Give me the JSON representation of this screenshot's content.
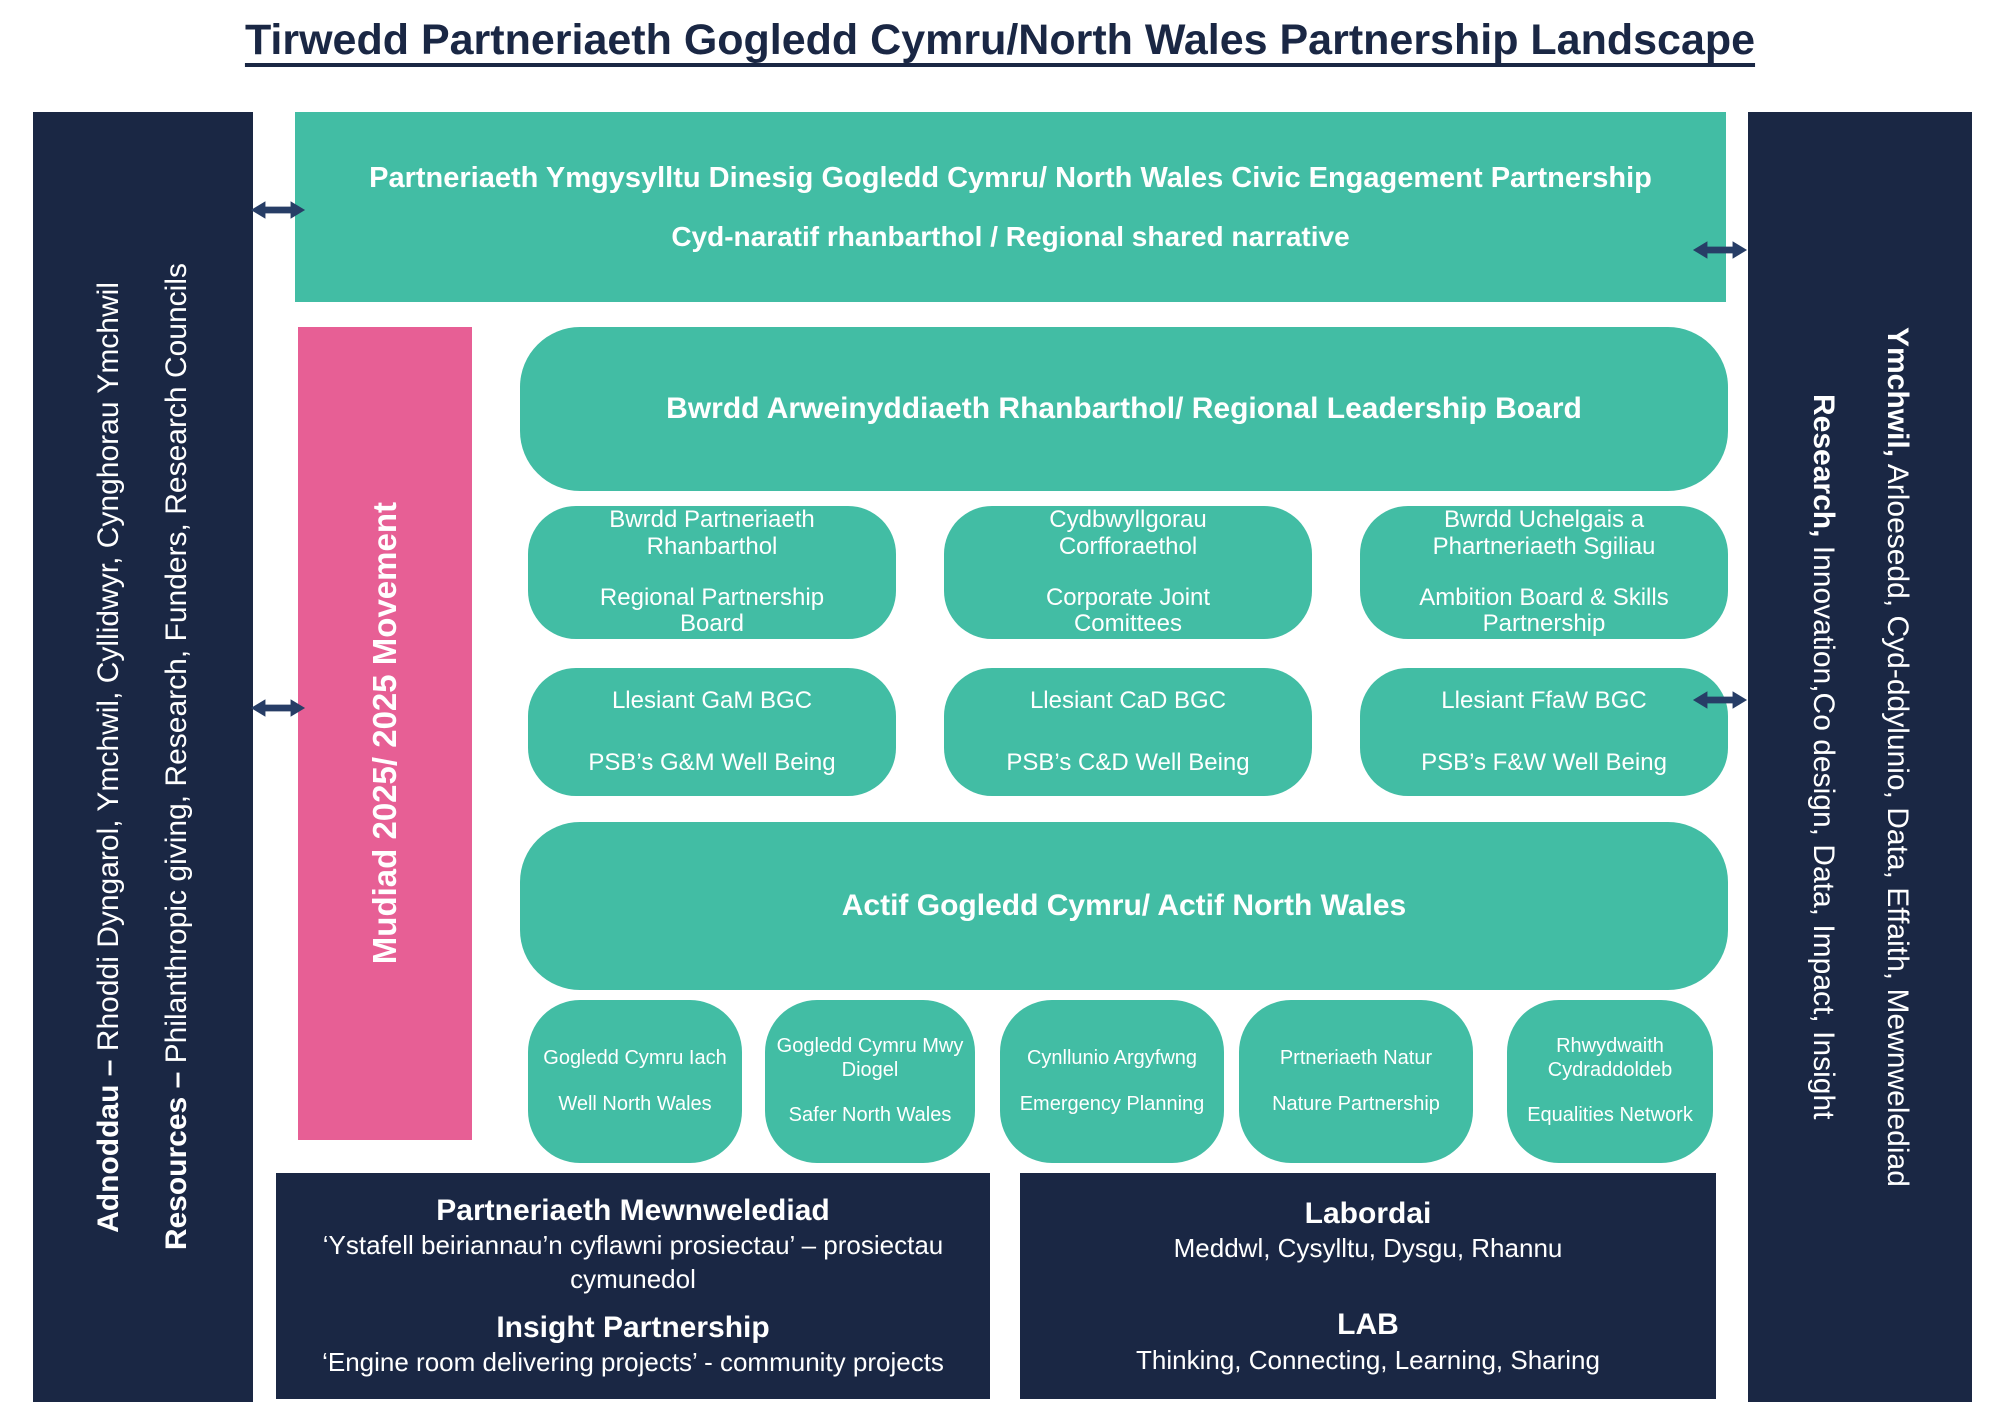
{
  "title": "Tirwedd Partneriaeth Gogledd Cymru/North Wales Partnership Landscape",
  "colors": {
    "teal": "#42BDA4",
    "navy": "#1A2744",
    "pink": "#E75F95",
    "arrow": "#273D66"
  },
  "left_sidebar": {
    "welsh_bold": "Adnoddau – ",
    "welsh_rest": "Rhoddi Dyngarol, Ymchwil, Cyllidwyr, Cynghorau Ymchwil",
    "english_bold": "Resources – ",
    "english_rest": "Philanthropic giving, Research, Funders, Research Councils"
  },
  "right_sidebar": {
    "welsh_bold": "Ymchwil,",
    "welsh_rest": " Arloesedd, Cyd-ddylunio, Data, Effaith, Mewnwelediad",
    "english_bold": "Research,",
    "english_rest": " Innovation,Co design, Data, Impact, Insight"
  },
  "banner": {
    "line1": "Partneriaeth Ymgysylltu Dinesig Gogledd Cymru/ North Wales Civic Engagement Partnership",
    "line2": "Cyd-naratif rhanbarthol / Regional shared narrative"
  },
  "movement_bar": {
    "label": "Mudiad 2025/ 2025 Movement"
  },
  "leadership_board": {
    "label": "Bwrdd Arweinyddiaeth Rhanbarthol/ Regional Leadership Board"
  },
  "partnership_row": [
    {
      "welsh": "Bwrdd Partneriaeth Rhanbarthol",
      "english": "Regional Partnership Board"
    },
    {
      "welsh": "Cydbwyllgorau Corfforaethol",
      "english": "Corporate Joint Comittees"
    },
    {
      "welsh": "Bwrdd Uchelgais a Phartneriaeth Sgiliau",
      "english": "Ambition Board & Skills Partnership"
    }
  ],
  "psb_row": [
    {
      "welsh": "Llesiant GaM BGC",
      "english": "PSB’s G&M Well Being"
    },
    {
      "welsh": "Llesiant CaD BGC",
      "english": "PSB’s C&D Well Being"
    },
    {
      "welsh": "Llesiant FfaW BGC",
      "english": "PSB’s F&W Well Being"
    }
  ],
  "actif": {
    "label": "Actif Gogledd Cymru/ Actif North Wales"
  },
  "programme_row": [
    {
      "welsh": "Gogledd Cymru Iach",
      "english": "Well North Wales"
    },
    {
      "welsh": "Gogledd Cymru Mwy Diogel",
      "english": "Safer North Wales"
    },
    {
      "welsh": "Cynllunio Argyfwng",
      "english": "Emergency Planning"
    },
    {
      "welsh": "Prtneriaeth Natur",
      "english": "Nature Partnership"
    },
    {
      "welsh": "Rhwydwaith Cydraddoldeb",
      "english": "Equalities Network"
    }
  ],
  "insight_box": {
    "welsh_title": "Partneriaeth Mewnwelediad",
    "welsh_sub": "‘Ystafell beiriannau’n cyflawni prosiectau’ – prosiectau cymunedol",
    "english_title": "Insight Partnership",
    "english_sub": "‘Engine room delivering projects’ - community projects"
  },
  "lab_box": {
    "welsh_title": "Labordai",
    "welsh_sub": "Meddwl, Cysylltu, Dysgu, Rhannu",
    "english_title": "LAB",
    "english_sub": "Thinking, Connecting, Learning, Sharing"
  }
}
